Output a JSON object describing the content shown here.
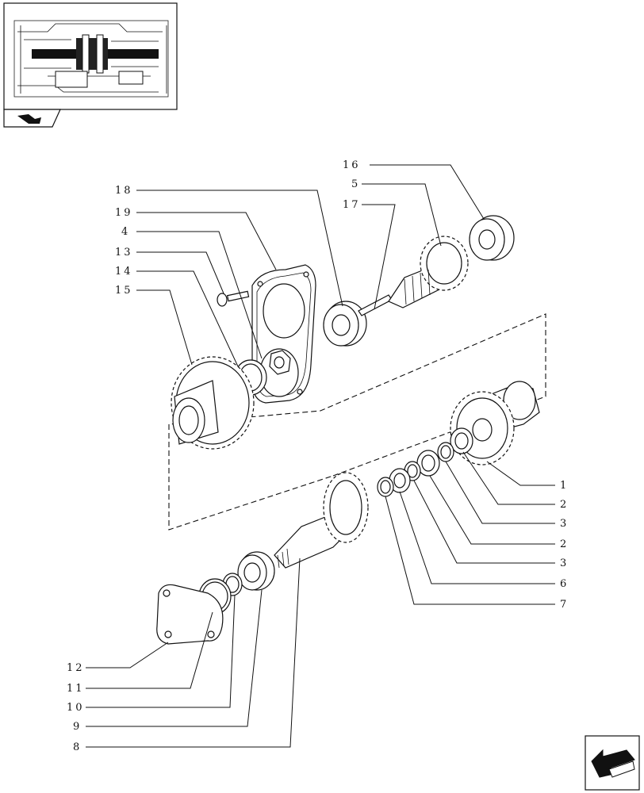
{
  "callouts": {
    "p1": "1",
    "p2a": "2",
    "p3a": "3",
    "p2b": "2",
    "p3b": "3",
    "p4": "4",
    "p5": "5",
    "p6": "6",
    "p7": "7",
    "p8": "8",
    "p9": "9",
    "p10": "10",
    "p11": "11",
    "p12": "12",
    "p13": "13",
    "p14": "14",
    "p15": "15",
    "p16": "16",
    "p17": "17",
    "p18": "18",
    "p19": "19"
  },
  "icons": {
    "thumbnail": "transmission-section-thumbnail",
    "header_tab": "book-arrow-icon",
    "nav": "next-page-arrow-icon"
  }
}
